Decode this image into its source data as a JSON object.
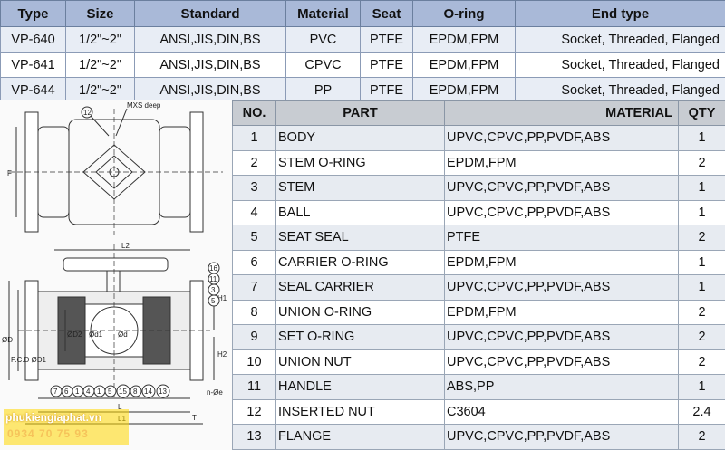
{
  "spec_table": {
    "headers": [
      "Type",
      "Size",
      "Standard",
      "Material",
      "Seat",
      "O-ring",
      "End type"
    ],
    "rows": [
      [
        "VP-640",
        "1/2\"~2\"",
        "ANSI,JIS,DIN,BS",
        "PVC",
        "PTFE",
        "EPDM,FPM",
        "Socket, Threaded, Flanged"
      ],
      [
        "VP-641",
        "1/2\"~2\"",
        "ANSI,JIS,DIN,BS",
        "CPVC",
        "PTFE",
        "EPDM,FPM",
        "Socket, Threaded, Flanged"
      ],
      [
        "VP-644",
        "1/2\"~2\"",
        "ANSI,JIS,DIN,BS",
        "PP",
        "PTFE",
        "EPDM,FPM",
        "Socket, Threaded, Flanged"
      ]
    ]
  },
  "drawing": {
    "labels": {
      "mxs": "MXS deep",
      "l2": "L2",
      "h1": "H1",
      "h2": "H2",
      "f": "F",
      "l": "L",
      "l1": "L1",
      "t": "T",
      "ne": "n-Øe",
      "od": "ØD",
      "pcd": "P.C.D ØD1",
      "d2": "ØD2",
      "d1": "Ød1",
      "d": "Ød",
      "top_callout": "12",
      "right_callouts": [
        "16",
        "11",
        "3",
        "5"
      ],
      "bottom_callouts": [
        "7",
        "6",
        "1",
        "4",
        "1",
        "5",
        "15",
        "8",
        "14",
        "13"
      ]
    }
  },
  "watermark": {
    "site": "phukiengiaphat.vn",
    "phone": "0934 70 75 93"
  },
  "parts_table": {
    "headers": {
      "no": "NO.",
      "part": "PART",
      "material": "MATERIAL",
      "qty": "QTY"
    },
    "rows": [
      {
        "no": "1",
        "part": "BODY",
        "material": "UPVC,CPVC,PP,PVDF,ABS",
        "qty": "1"
      },
      {
        "no": "2",
        "part": "STEM O-RING",
        "material": "EPDM,FPM",
        "qty": "2"
      },
      {
        "no": "3",
        "part": "STEM",
        "material": "UPVC,CPVC,PP,PVDF,ABS",
        "qty": "1"
      },
      {
        "no": "4",
        "part": "BALL",
        "material": "UPVC,CPVC,PP,PVDF,ABS",
        "qty": "1"
      },
      {
        "no": "5",
        "part": "SEAT SEAL",
        "material": "PTFE",
        "qty": "2"
      },
      {
        "no": "6",
        "part": "CARRIER O-RING",
        "material": "EPDM,FPM",
        "qty": "1"
      },
      {
        "no": "7",
        "part": "SEAL CARRIER",
        "material": "UPVC,CPVC,PP,PVDF,ABS",
        "qty": "1"
      },
      {
        "no": "8",
        "part": "UNION O-RING",
        "material": "EPDM,FPM",
        "qty": "2"
      },
      {
        "no": "9",
        "part": "SET O-RING",
        "material": "UPVC,CPVC,PP,PVDF,ABS",
        "qty": "2"
      },
      {
        "no": "10",
        "part": "UNION NUT",
        "material": "UPVC,CPVC,PP,PVDF,ABS",
        "qty": "2"
      },
      {
        "no": "11",
        "part": "HANDLE",
        "material": "ABS,PP",
        "qty": "1"
      },
      {
        "no": "12",
        "part": "INSERTED NUT",
        "material": "C3604",
        "qty": "2.4"
      },
      {
        "no": "13",
        "part": "FLANGE",
        "material": "UPVC,CPVC,PP,PVDF,ABS",
        "qty": "2"
      }
    ]
  }
}
